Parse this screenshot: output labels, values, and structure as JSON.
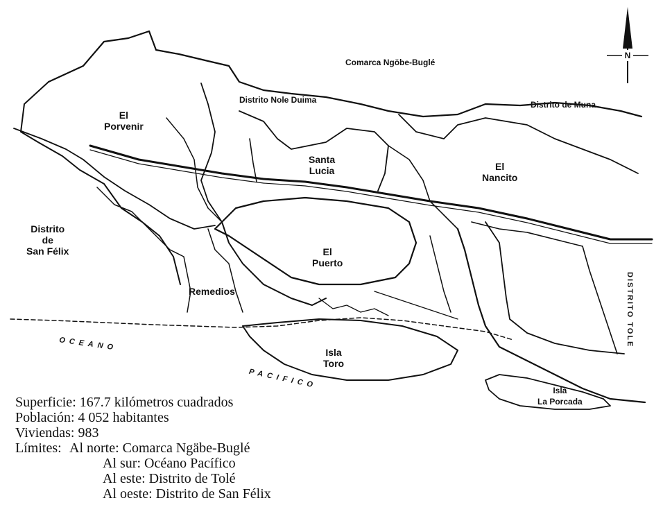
{
  "map": {
    "regions": {
      "el_porvenir": [
        "El",
        "Porvenir"
      ],
      "santa_lucia": [
        "Santa",
        "Lucia"
      ],
      "el_nancito": [
        "El",
        "Nancito"
      ],
      "el_puerto": [
        "El",
        "Puerto"
      ],
      "remedios": "Remedios",
      "isla_toro": [
        "Isla",
        "Toro"
      ],
      "isla_la_porcada": [
        "Isla",
        "La Porcada"
      ]
    },
    "neighbors": {
      "north": "Comarca Ngöbe-Buglé",
      "nole_duima": "Distrito Nole Duima",
      "muna": "Distrito de Muna",
      "west": [
        "Distrito",
        "de",
        "San Félix"
      ],
      "east": "DISTRITO TOLE"
    },
    "ocean": [
      "OCEANO",
      "PACIFICO"
    ],
    "compass": "N"
  },
  "info": {
    "superficie": "Superficie: 167.7 kilómetros cuadrados",
    "poblacion": "Población:  4 052 habitantes",
    "viviendas": "Viviendas: 983",
    "limites_label": "Límites:",
    "limites": [
      "Al norte: Comarca Ngäbe-Buglé",
      "Al sur: Océano Pacífico",
      "Al este: Distrito de Tolé",
      "Al oeste: Distrito de San Félix"
    ]
  }
}
